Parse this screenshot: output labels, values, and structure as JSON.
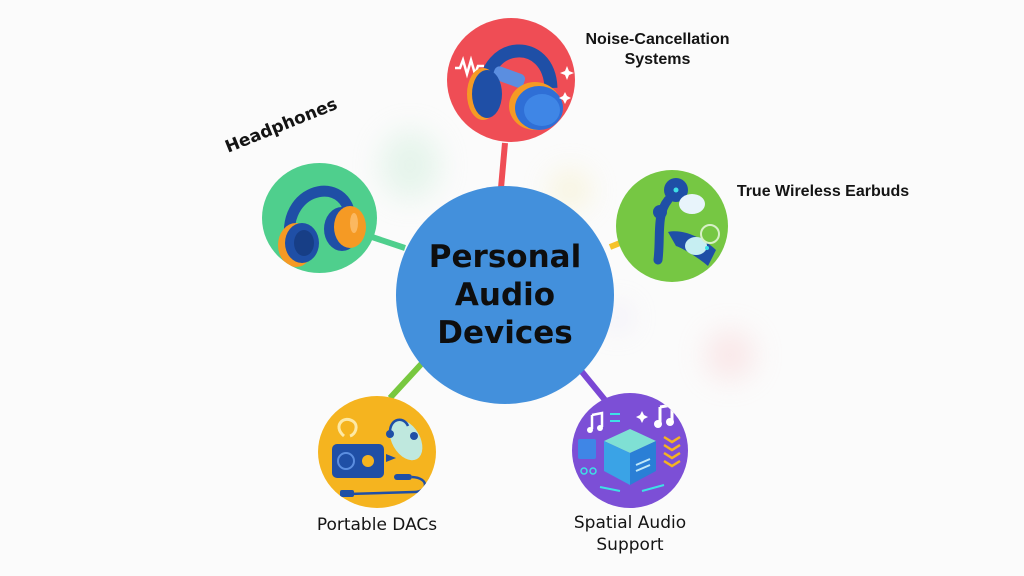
{
  "diagram": {
    "type": "hub-and-spoke mind map",
    "center": {
      "label": "Personal Audio Devices",
      "lines": [
        "Personal",
        "Audio",
        "Devices"
      ],
      "color": "#4390dc"
    },
    "nodes": [
      {
        "id": "noise-cancellation",
        "label_lines": [
          "Noise-Cancellation",
          "Systems"
        ],
        "color": "#ef4d55",
        "connector_color": "#ef4d55",
        "icon": "over-ear-headphones-with-sound-wave-icon"
      },
      {
        "id": "true-wireless-earbuds",
        "label": "True Wireless Earbuds",
        "color": "#76c743",
        "connector_color": "#f5c22b",
        "icon": "wireless-earbuds-with-case-icon"
      },
      {
        "id": "spatial-audio",
        "label_lines": [
          "Spatial Audio",
          "Support"
        ],
        "color": "#7c4fd6",
        "connector_color": "#7a47d4",
        "icon": "3d-cube-with-music-notes-icon"
      },
      {
        "id": "portable-dacs",
        "label": "Portable DACs",
        "color": "#f5b41f",
        "connector_color": "#78c83f",
        "icon": "dac-amplifier-with-cable-icon"
      },
      {
        "id": "headphones",
        "label": "Headphones",
        "color": "#4fcf8d",
        "connector_color": "#4fcf8d",
        "icon": "headphones-icon"
      }
    ]
  }
}
